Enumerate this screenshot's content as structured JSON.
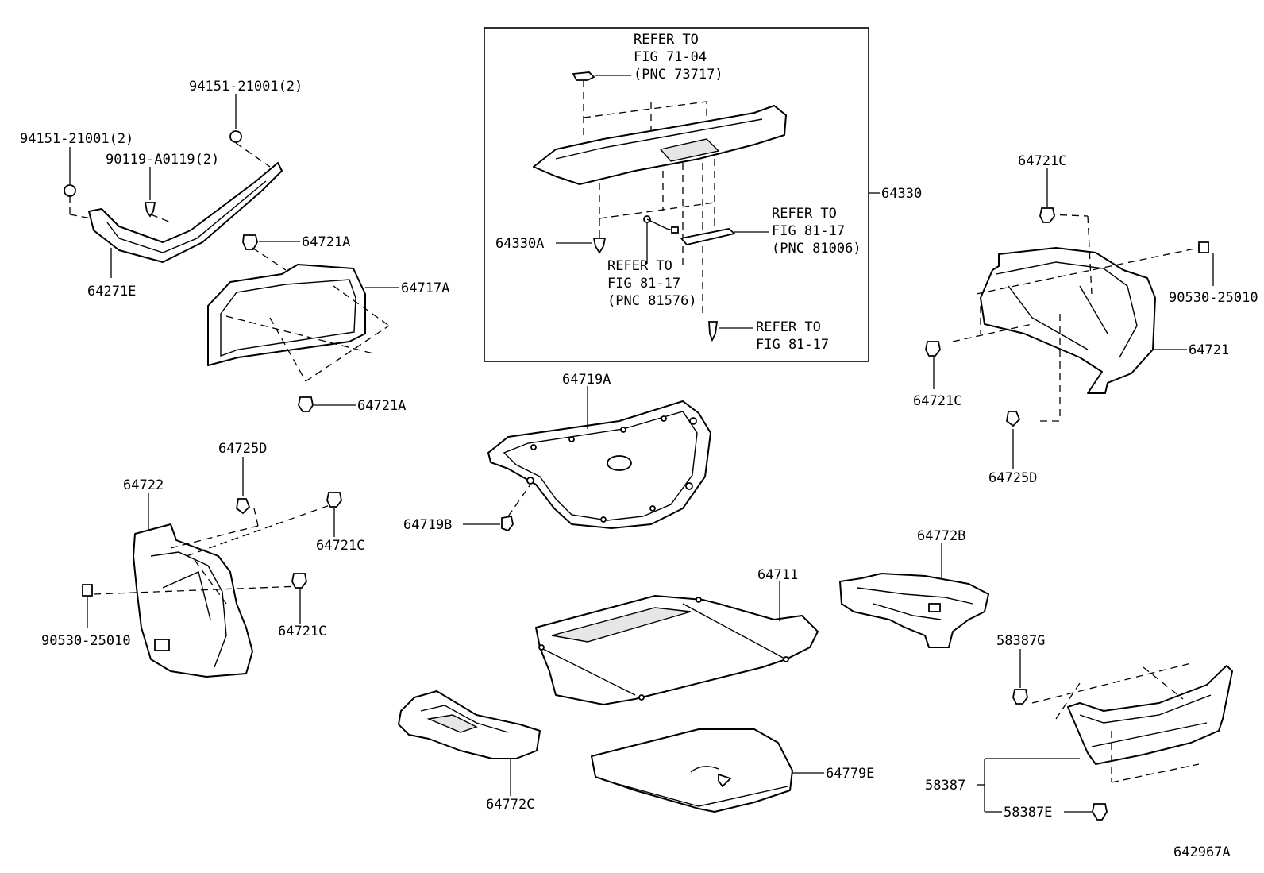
{
  "labels": {
    "refer_top_1": "REFER TO",
    "refer_top_2": "FIG 71-04",
    "refer_top_3": "(PNC 73717)",
    "p64330": "64330",
    "p64330A": "64330A",
    "refer_mid_r_1": "REFER TO",
    "refer_mid_r_2": "FIG 81-17",
    "refer_mid_r_3": "(PNC 81006)",
    "refer_mid_l_1": "REFER TO",
    "refer_mid_l_2": "FIG 81-17",
    "refer_mid_l_3": "(PNC 81576)",
    "refer_bot_1": "REFER TO",
    "refer_bot_2": "FIG 81-17",
    "p94151_right": "94151-21001(2)",
    "p94151_left": "94151-21001(2)",
    "p90119": "90119-A0119(2)",
    "p64271E": "64271E",
    "p64721A_top": "64721A",
    "p64717A": "64717A",
    "p64721A_bot": "64721A",
    "p64721C_top": "64721C",
    "p90530_right": "90530-25010",
    "p64721": "64721",
    "p64721C_mid": "64721C",
    "p64725D_right": "64725D",
    "p64719A": "64719A",
    "p64719B": "64719B",
    "p64725D_left": "64725D",
    "p64722": "64722",
    "p64721C_l1": "64721C",
    "p64721C_l2": "64721C",
    "p90530_left": "90530-25010",
    "p64772B": "64772B",
    "p64711": "64711",
    "p58387G": "58387G",
    "p58387": "58387",
    "p58387E": "58387E",
    "p64772C": "64772C",
    "p64779E": "64779E",
    "figure_id": "642967A"
  }
}
